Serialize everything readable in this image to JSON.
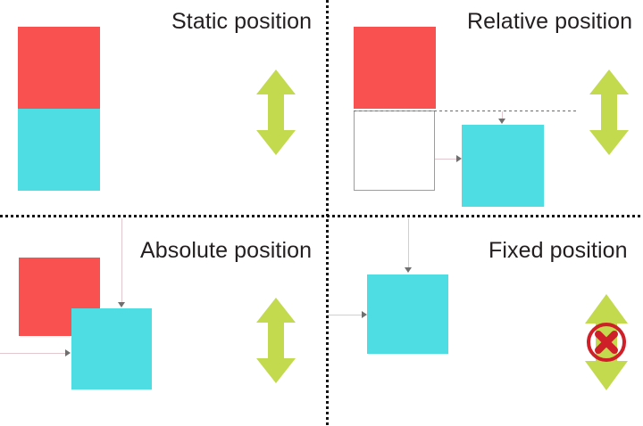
{
  "diagram": {
    "title": "CSS position property comparison",
    "background": "#ffffff",
    "colors": {
      "red_block": "#f9514f",
      "cyan_block": "#4ddde2",
      "green_arrow": "#c3d94e",
      "ghost_border": "#9c9c9c",
      "connector": "#e2c8cc",
      "divider_dots": "#111111",
      "title_text": "#231f20",
      "forbidden_mark": "#cf2029"
    },
    "dividers": {
      "horizontal_name": "horizontal-dotted-divider",
      "vertical_name": "vertical-dotted-divider"
    },
    "quadrants": [
      {
        "id": "static",
        "title": "Static position",
        "scroll_icon": "double-arrow-up-down-icon",
        "scrollable": true,
        "blocks": [
          {
            "name": "red-block",
            "color": "#f9514f"
          },
          {
            "name": "cyan-block",
            "color": "#4ddde2"
          }
        ]
      },
      {
        "id": "relative",
        "title": "Relative position",
        "scroll_icon": "double-arrow-up-down-icon",
        "scrollable": true,
        "blocks": [
          {
            "name": "red-block",
            "color": "#f9514f"
          },
          {
            "name": "ghost-placeholder-box",
            "color": "#ffffff"
          },
          {
            "name": "cyan-block",
            "color": "#4ddde2"
          }
        ],
        "guides": [
          {
            "name": "dashed-offset-guide"
          },
          {
            "name": "top-offset-arrow"
          },
          {
            "name": "left-offset-arrow"
          }
        ]
      },
      {
        "id": "absolute",
        "title": "Absolute position",
        "scroll_icon": "double-arrow-up-down-icon",
        "scrollable": true,
        "blocks": [
          {
            "name": "red-block",
            "color": "#f9514f"
          },
          {
            "name": "cyan-block",
            "color": "#4ddde2"
          }
        ],
        "guides": [
          {
            "name": "top-offset-arrow"
          },
          {
            "name": "left-offset-arrow"
          }
        ]
      },
      {
        "id": "fixed",
        "title": "Fixed position",
        "scroll_icon": "double-arrow-up-down-blocked-icon",
        "scrollable": false,
        "blocks": [
          {
            "name": "cyan-block",
            "color": "#4ddde2"
          }
        ],
        "guides": [
          {
            "name": "top-offset-arrow"
          },
          {
            "name": "left-offset-arrow"
          }
        ]
      }
    ]
  }
}
